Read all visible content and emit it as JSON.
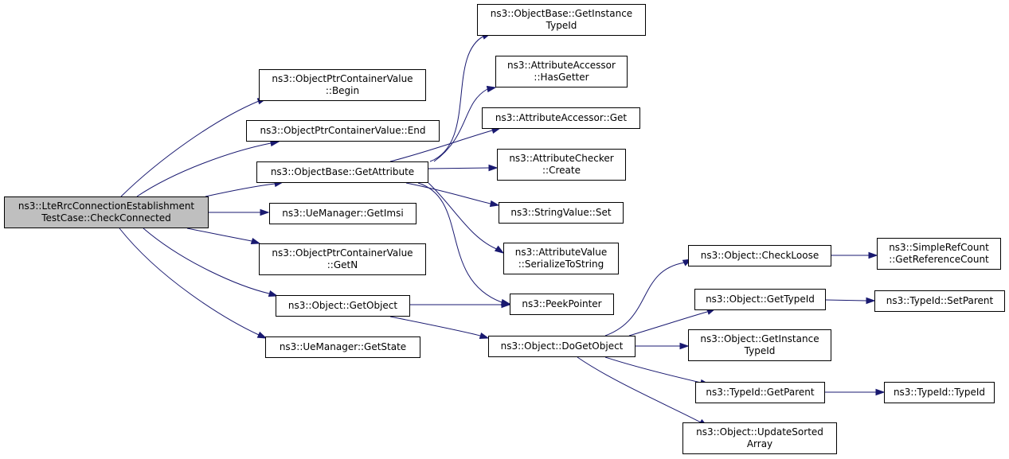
{
  "colors": {
    "edge": "#191970",
    "root_fill": "#bfbfbf",
    "node_fill": "#ffffff",
    "border": "#000000"
  },
  "nodes": {
    "root": "ns3::LteRrcConnectionEstablishment\nTestCase::CheckConnected",
    "opcv_begin": "ns3::ObjectPtrContainerValue\n::Begin",
    "opcv_end": "ns3::ObjectPtrContainerValue::End",
    "getattribute": "ns3::ObjectBase::GetAttribute",
    "getimsi": "ns3::UeManager::GetImsi",
    "opcv_getn": "ns3::ObjectPtrContainerValue\n::GetN",
    "getobject": "ns3::Object::GetObject",
    "getstate": "ns3::UeManager::GetState",
    "ob_getinstancetypeid": "ns3::ObjectBase::GetInstance\nTypeId",
    "aa_hasgetter": "ns3::AttributeAccessor\n::HasGetter",
    "aa_get": "ns3::AttributeAccessor::Get",
    "ac_create": "ns3::AttributeChecker\n::Create",
    "sv_set": "ns3::StringValue::Set",
    "av_serialize": "ns3::AttributeValue\n::SerializeToString",
    "peekpointer": "ns3::PeekPointer",
    "dogetobject": "ns3::Object::DoGetObject",
    "checkloose": "ns3::Object::CheckLoose",
    "o_gettypeid": "ns3::Object::GetTypeId",
    "o_getinstancetypeid": "ns3::Object::GetInstance\nTypeId",
    "tid_getparent": "ns3::TypeId::GetParent",
    "updatesorted": "ns3::Object::UpdateSorted\nArray",
    "getrefcount": "ns3::SimpleRefCount\n::GetReferenceCount",
    "setparent": "ns3::TypeId::SetParent",
    "typeid_ctor": "ns3::TypeId::TypeId"
  }
}
